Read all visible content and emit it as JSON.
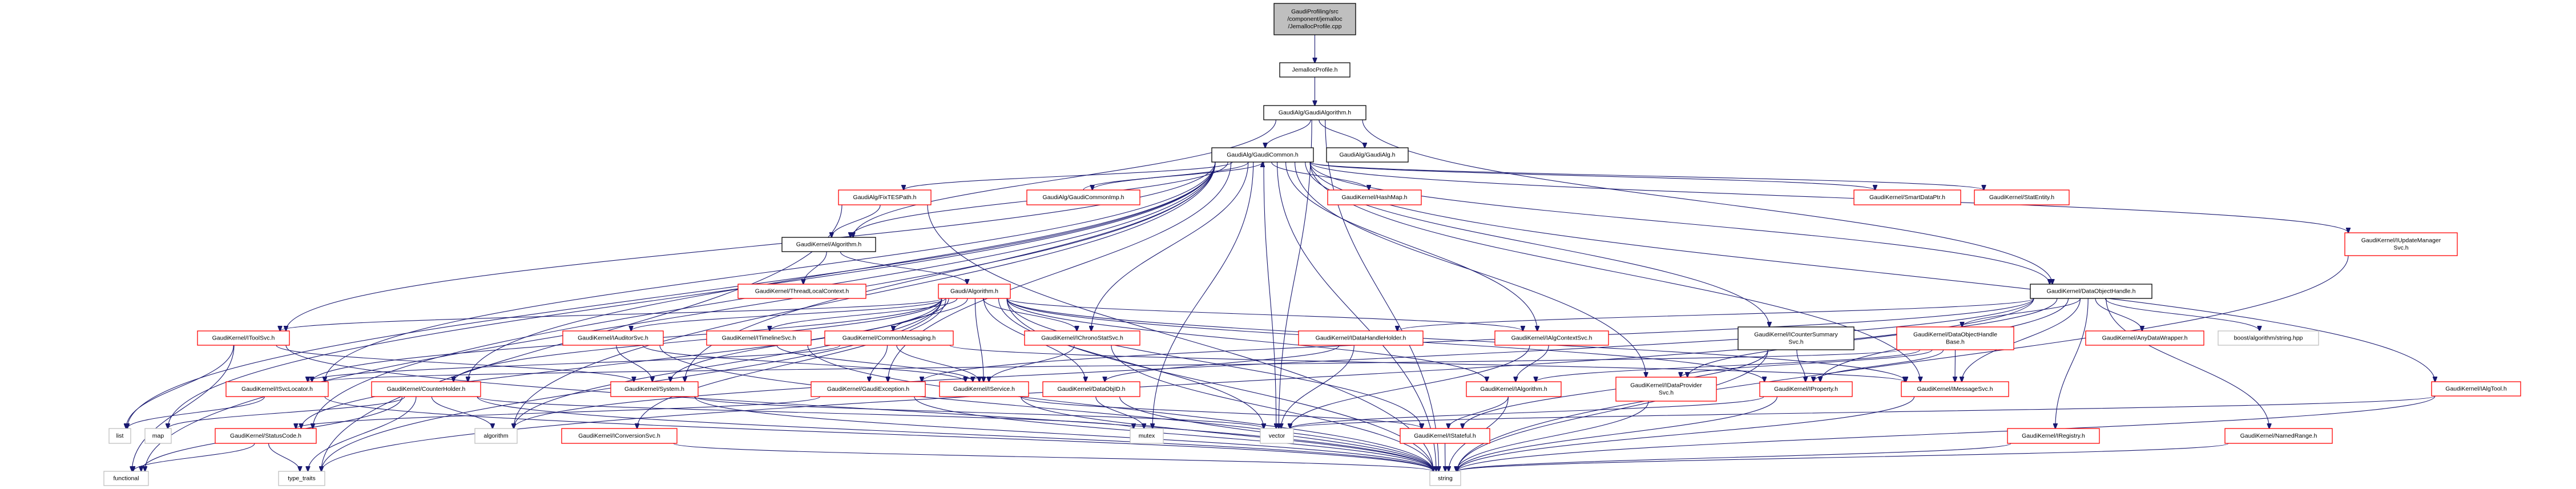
{
  "title": "Include dependency graph for JemallocProfile.cpp",
  "colors": {
    "edge": "#191970",
    "root_fill": "#bfbfbf",
    "documented_border": "#000000",
    "truncated_border": "#ff0000",
    "external_border": "#bfbfbf"
  },
  "nodes": [
    {
      "id": "root",
      "label": [
        "GaudiProfiling/src",
        "/component/jemalloc",
        "/JemallocProfile.cpp"
      ],
      "style": "root"
    },
    {
      "id": "jemallocprofile_h",
      "label": [
        "JemallocProfile.h"
      ],
      "style": "black"
    },
    {
      "id": "gaudialgorithm_h",
      "label": [
        "GaudiAlg/GaudiAlgorithm.h"
      ],
      "style": "black"
    },
    {
      "id": "gaudicommon_h",
      "label": [
        "GaudiAlg/GaudiCommon.h"
      ],
      "style": "black"
    },
    {
      "id": "gaudialg_h",
      "label": [
        "GaudiAlg/GaudiAlg.h"
      ],
      "style": "black"
    },
    {
      "id": "fixtespath_h",
      "label": [
        "GaudiAlg/FixTESPath.h"
      ],
      "style": "red"
    },
    {
      "id": "gaudicommonimp_h",
      "label": [
        "GaudiAlg/GaudiCommonImp.h"
      ],
      "style": "red"
    },
    {
      "id": "hashmap_h",
      "label": [
        "GaudiKernel/HashMap.h"
      ],
      "style": "red"
    },
    {
      "id": "smartdataptr_h",
      "label": [
        "GaudiKernel/SmartDataPtr.h"
      ],
      "style": "red"
    },
    {
      "id": "statentity_h",
      "label": [
        "GaudiKernel/StatEntity.h"
      ],
      "style": "red"
    },
    {
      "id": "iupdatemanagersvc_h",
      "label": [
        "GaudiKernel/IUpdateManager",
        "Svc.h"
      ],
      "style": "red"
    },
    {
      "id": "gk_algorithm_h",
      "label": [
        "GaudiKernel/Algorithm.h"
      ],
      "style": "black"
    },
    {
      "id": "threadlocalcontext_h",
      "label": [
        "GaudiKernel/ThreadLocalContext.h"
      ],
      "style": "red"
    },
    {
      "id": "gaudi_algorithm_h",
      "label": [
        "Gaudi/Algorithm.h"
      ],
      "style": "red"
    },
    {
      "id": "dataobjecthandle_h",
      "label": [
        "GaudiKernel/DataObjectHandle.h"
      ],
      "style": "black"
    },
    {
      "id": "itoolsvc_h",
      "label": [
        "GaudiKernel/IToolSvc.h"
      ],
      "style": "red"
    },
    {
      "id": "iauditorsvc_h",
      "label": [
        "GaudiKernel/IAuditorSvc.h"
      ],
      "style": "red"
    },
    {
      "id": "itimelinesvc_h",
      "label": [
        "GaudiKernel/ITimelineSvc.h"
      ],
      "style": "red"
    },
    {
      "id": "commonmessaging_h",
      "label": [
        "GaudiKernel/CommonMessaging.h"
      ],
      "style": "red"
    },
    {
      "id": "ichronostatsvc_h",
      "label": [
        "GaudiKernel/IChronoStatSvc.h"
      ],
      "style": "red"
    },
    {
      "id": "idatahandleholder_h",
      "label": [
        "GaudiKernel/IDataHandleHolder.h"
      ],
      "style": "red"
    },
    {
      "id": "ialgcontextsvc_h",
      "label": [
        "GaudiKernel/IAlgContextSvc.h"
      ],
      "style": "red"
    },
    {
      "id": "icountersummarysvc_h",
      "label": [
        "GaudiKernel/ICounterSummary",
        "Svc.h"
      ],
      "style": "black"
    },
    {
      "id": "dataobjecthandlebase_h",
      "label": [
        "GaudiKernel/DataObjectHandle",
        "Base.h"
      ],
      "style": "red"
    },
    {
      "id": "anydatawrapper_h",
      "label": [
        "GaudiKernel/AnyDataWrapper.h"
      ],
      "style": "red"
    },
    {
      "id": "boost_string_hpp",
      "label": [
        "boost/algorithm/string.hpp"
      ],
      "style": "grey"
    },
    {
      "id": "isvclocator_h",
      "label": [
        "GaudiKernel/ISvcLocator.h"
      ],
      "style": "red"
    },
    {
      "id": "counterholder_h",
      "label": [
        "GaudiKernel/CounterHolder.h"
      ],
      "style": "red"
    },
    {
      "id": "system_h",
      "label": [
        "GaudiKernel/System.h"
      ],
      "style": "red"
    },
    {
      "id": "gaudiexception_h",
      "label": [
        "GaudiKernel/GaudiException.h"
      ],
      "style": "red"
    },
    {
      "id": "iservice_h",
      "label": [
        "GaudiKernel/IService.h"
      ],
      "style": "red"
    },
    {
      "id": "dataobjid_h",
      "label": [
        "GaudiKernel/DataObjID.h"
      ],
      "style": "red"
    },
    {
      "id": "ialgorithm_h",
      "label": [
        "GaudiKernel/IAlgorithm.h"
      ],
      "style": "red"
    },
    {
      "id": "idataprovidersvc_h",
      "label": [
        "GaudiKernel/IDataProvider",
        "Svc.h"
      ],
      "style": "red"
    },
    {
      "id": "iproperty_h",
      "label": [
        "GaudiKernel/IProperty.h"
      ],
      "style": "red"
    },
    {
      "id": "imessagesvc_h",
      "label": [
        "GaudiKernel/IMessageSvc.h"
      ],
      "style": "red"
    },
    {
      "id": "ialgtool_h",
      "label": [
        "GaudiKernel/IAlgTool.h"
      ],
      "style": "red"
    },
    {
      "id": "list",
      "label": [
        "list"
      ],
      "style": "grey"
    },
    {
      "id": "map",
      "label": [
        "map"
      ],
      "style": "grey"
    },
    {
      "id": "statuscode_h",
      "label": [
        "GaudiKernel/StatusCode.h"
      ],
      "style": "red"
    },
    {
      "id": "algorithm",
      "label": [
        "algorithm"
      ],
      "style": "grey"
    },
    {
      "id": "iconversionsvc_h",
      "label": [
        "GaudiKernel/IConversionSvc.h"
      ],
      "style": "red"
    },
    {
      "id": "mutex",
      "label": [
        "mutex"
      ],
      "style": "grey"
    },
    {
      "id": "vector",
      "label": [
        "vector"
      ],
      "style": "grey"
    },
    {
      "id": "istateful_h",
      "label": [
        "GaudiKernel/IStateful.h"
      ],
      "style": "red"
    },
    {
      "id": "iregistry_h",
      "label": [
        "GaudiKernel/IRegistry.h"
      ],
      "style": "red"
    },
    {
      "id": "namedrange_h",
      "label": [
        "GaudiKernel/NamedRange.h"
      ],
      "style": "red"
    },
    {
      "id": "functional",
      "label": [
        "functional"
      ],
      "style": "grey"
    },
    {
      "id": "type_traits",
      "label": [
        "type_traits"
      ],
      "style": "grey"
    },
    {
      "id": "string",
      "label": [
        "string"
      ],
      "style": "grey"
    }
  ],
  "edges": [
    [
      "root",
      "jemallocprofile_h"
    ],
    [
      "jemallocprofile_h",
      "gaudialgorithm_h"
    ],
    [
      "gaudialgorithm_h",
      "gaudicommon_h"
    ],
    [
      "gaudialgorithm_h",
      "gaudialg_h"
    ],
    [
      "gaudialgorithm_h",
      "gk_algorithm_h"
    ],
    [
      "gaudialgorithm_h",
      "dataobjecthandle_h"
    ],
    [
      "gaudialgorithm_h",
      "vector"
    ],
    [
      "gaudialgorithm_h",
      "string"
    ],
    [
      "gaudicommon_h",
      "fixtespath_h"
    ],
    [
      "gaudicommon_h",
      "gaudicommonimp_h"
    ],
    [
      "gaudicommon_h",
      "hashmap_h"
    ],
    [
      "gaudicommon_h",
      "smartdataptr_h"
    ],
    [
      "gaudicommon_h",
      "statentity_h"
    ],
    [
      "gaudicommon_h",
      "iupdatemanagersvc_h"
    ],
    [
      "gaudicommon_h",
      "gk_algorithm_h"
    ],
    [
      "gaudicommon_h",
      "dataobjecthandle_h"
    ],
    [
      "gaudicommon_h",
      "itoolsvc_h"
    ],
    [
      "gaudicommon_h",
      "ichronostatsvc_h"
    ],
    [
      "gaudicommon_h",
      "ialgcontextsvc_h"
    ],
    [
      "gaudicommon_h",
      "icountersummarysvc_h"
    ],
    [
      "gaudicommon_h",
      "isvclocator_h"
    ],
    [
      "gaudicommon_h",
      "counterholder_h"
    ],
    [
      "gaudicommon_h",
      "system_h"
    ],
    [
      "gaudicommon_h",
      "gaudiexception_h"
    ],
    [
      "gaudicommon_h",
      "idataprovidersvc_h"
    ],
    [
      "gaudicommon_h",
      "imessagesvc_h"
    ],
    [
      "gaudicommon_h",
      "ialgtool_h"
    ],
    [
      "gaudicommon_h",
      "list"
    ],
    [
      "gaudicommon_h",
      "map"
    ],
    [
      "gaudicommon_h",
      "statuscode_h"
    ],
    [
      "gaudicommon_h",
      "algorithm"
    ],
    [
      "gaudicommon_h",
      "mutex"
    ],
    [
      "gaudicommon_h",
      "vector"
    ],
    [
      "gaudicommon_h",
      "functional"
    ],
    [
      "gaudicommon_h",
      "string"
    ],
    [
      "gaudicommonimp_h",
      "gaudicommon_h"
    ],
    [
      "fixtespath_h",
      "gk_algorithm_h"
    ],
    [
      "fixtespath_h",
      "type_traits"
    ],
    [
      "fixtespath_h",
      "string"
    ],
    [
      "gk_algorithm_h",
      "threadlocalcontext_h"
    ],
    [
      "gk_algorithm_h",
      "gaudi_algorithm_h"
    ],
    [
      "gaudi_algorithm_h",
      "itoolsvc_h"
    ],
    [
      "gaudi_algorithm_h",
      "iauditorsvc_h"
    ],
    [
      "gaudi_algorithm_h",
      "itimelinesvc_h"
    ],
    [
      "gaudi_algorithm_h",
      "commonmessaging_h"
    ],
    [
      "gaudi_algorithm_h",
      "ichronostatsvc_h"
    ],
    [
      "gaudi_algorithm_h",
      "ialgcontextsvc_h"
    ],
    [
      "gaudi_algorithm_h",
      "isvclocator_h"
    ],
    [
      "gaudi_algorithm_h",
      "counterholder_h"
    ],
    [
      "gaudi_algorithm_h",
      "system_h"
    ],
    [
      "gaudi_algorithm_h",
      "iservice_h"
    ],
    [
      "gaudi_algorithm_h",
      "dataobjid_h"
    ],
    [
      "gaudi_algorithm_h",
      "ialgorithm_h"
    ],
    [
      "gaudi_algorithm_h",
      "iproperty_h"
    ],
    [
      "gaudi_algorithm_h",
      "imessagesvc_h"
    ],
    [
      "gaudi_algorithm_h",
      "statuscode_h"
    ],
    [
      "gaudi_algorithm_h",
      "algorithm"
    ],
    [
      "gaudi_algorithm_h",
      "iconversionsvc_h"
    ],
    [
      "gaudi_algorithm_h",
      "istateful_h"
    ],
    [
      "gaudi_algorithm_h",
      "vector"
    ],
    [
      "gaudi_algorithm_h",
      "type_traits"
    ],
    [
      "gaudi_algorithm_h",
      "string"
    ],
    [
      "dataobjecthandle_h",
      "dataobjecthandlebase_h"
    ],
    [
      "dataobjecthandle_h",
      "anydatawrapper_h"
    ],
    [
      "dataobjecthandle_h",
      "boost_string_hpp"
    ],
    [
      "dataobjecthandle_h",
      "iregistry_h"
    ],
    [
      "dataobjecthandle_h",
      "namedrange_h"
    ],
    [
      "dataobjecthandle_h",
      "imessagesvc_h"
    ],
    [
      "dataobjecthandle_h",
      "iproperty_h"
    ],
    [
      "dataobjecthandle_h",
      "idataprovidersvc_h"
    ],
    [
      "dataobjecthandle_h",
      "gaudiexception_h"
    ],
    [
      "dataobjecthandle_h",
      "idatahandleholder_h"
    ],
    [
      "dataobjecthandle_h",
      "algorithm"
    ],
    [
      "dataobjecthandle_h",
      "type_traits"
    ],
    [
      "dataobjecthandlebase_h",
      "imessagesvc_h"
    ],
    [
      "dataobjecthandlebase_h",
      "iproperty_h"
    ],
    [
      "dataobjecthandlebase_h",
      "idataprovidersvc_h"
    ],
    [
      "dataobjecthandlebase_h",
      "ialgorithm_h"
    ],
    [
      "dataobjecthandlebase_h",
      "isvclocator_h"
    ],
    [
      "icountersummarysvc_h",
      "iproperty_h"
    ],
    [
      "icountersummarysvc_h",
      "istateful_h"
    ],
    [
      "icountersummarysvc_h",
      "string"
    ],
    [
      "itoolsvc_h",
      "system_h"
    ],
    [
      "itoolsvc_h",
      "list"
    ],
    [
      "itoolsvc_h",
      "functional"
    ],
    [
      "itoolsvc_h",
      "string"
    ],
    [
      "iauditorsvc_h",
      "system_h"
    ],
    [
      "iauditorsvc_h",
      "iservice_h"
    ],
    [
      "iauditorsvc_h",
      "string"
    ],
    [
      "itimelinesvc_h",
      "iservice_h"
    ],
    [
      "itimelinesvc_h",
      "string"
    ],
    [
      "commonmessaging_h",
      "gaudiexception_h"
    ],
    [
      "commonmessaging_h",
      "iservice_h"
    ],
    [
      "commonmessaging_h",
      "imessagesvc_h"
    ],
    [
      "commonmessaging_h",
      "isvclocator_h"
    ],
    [
      "ichronostatsvc_h",
      "iservice_h"
    ],
    [
      "ichronostatsvc_h",
      "string"
    ],
    [
      "idatahandleholder_h",
      "dataobjid_h"
    ],
    [
      "idatahandleholder_h",
      "vector"
    ],
    [
      "ialgcontextsvc_h",
      "ialgorithm_h"
    ],
    [
      "ialgcontextsvc_h",
      "vector"
    ],
    [
      "ialgorithm_h",
      "istateful_h"
    ],
    [
      "ialgorithm_h",
      "string"
    ],
    [
      "idataprovidersvc_h",
      "string"
    ],
    [
      "isvclocator_h",
      "list"
    ],
    [
      "isvclocator_h",
      "string"
    ],
    [
      "counterholder_h",
      "map"
    ],
    [
      "counterholder_h",
      "algorithm"
    ],
    [
      "counterholder_h",
      "mutex"
    ],
    [
      "counterholder_h",
      "functional"
    ],
    [
      "counterholder_h",
      "type_traits"
    ],
    [
      "counterholder_h",
      "string"
    ],
    [
      "system_h",
      "vector"
    ],
    [
      "system_h",
      "string"
    ],
    [
      "gaudiexception_h",
      "statuscode_h"
    ],
    [
      "gaudiexception_h",
      "string"
    ],
    [
      "iservice_h",
      "istateful_h"
    ],
    [
      "iservice_h",
      "string"
    ],
    [
      "dataobjid_h",
      "mutex"
    ],
    [
      "dataobjid_h",
      "string"
    ],
    [
      "iproperty_h",
      "string"
    ],
    [
      "iproperty_h",
      "vector"
    ],
    [
      "imessagesvc_h",
      "string"
    ],
    [
      "ialgtool_h",
      "vector"
    ],
    [
      "ialgtool_h",
      "string"
    ],
    [
      "iregistry_h",
      "string"
    ],
    [
      "namedrange_h",
      "string"
    ],
    [
      "iupdatemanagersvc_h",
      "string"
    ],
    [
      "istateful_h",
      "string"
    ],
    [
      "statuscode_h",
      "functional"
    ],
    [
      "statuscode_h",
      "type_traits"
    ],
    [
      "iconversionsvc_h",
      "string"
    ]
  ]
}
